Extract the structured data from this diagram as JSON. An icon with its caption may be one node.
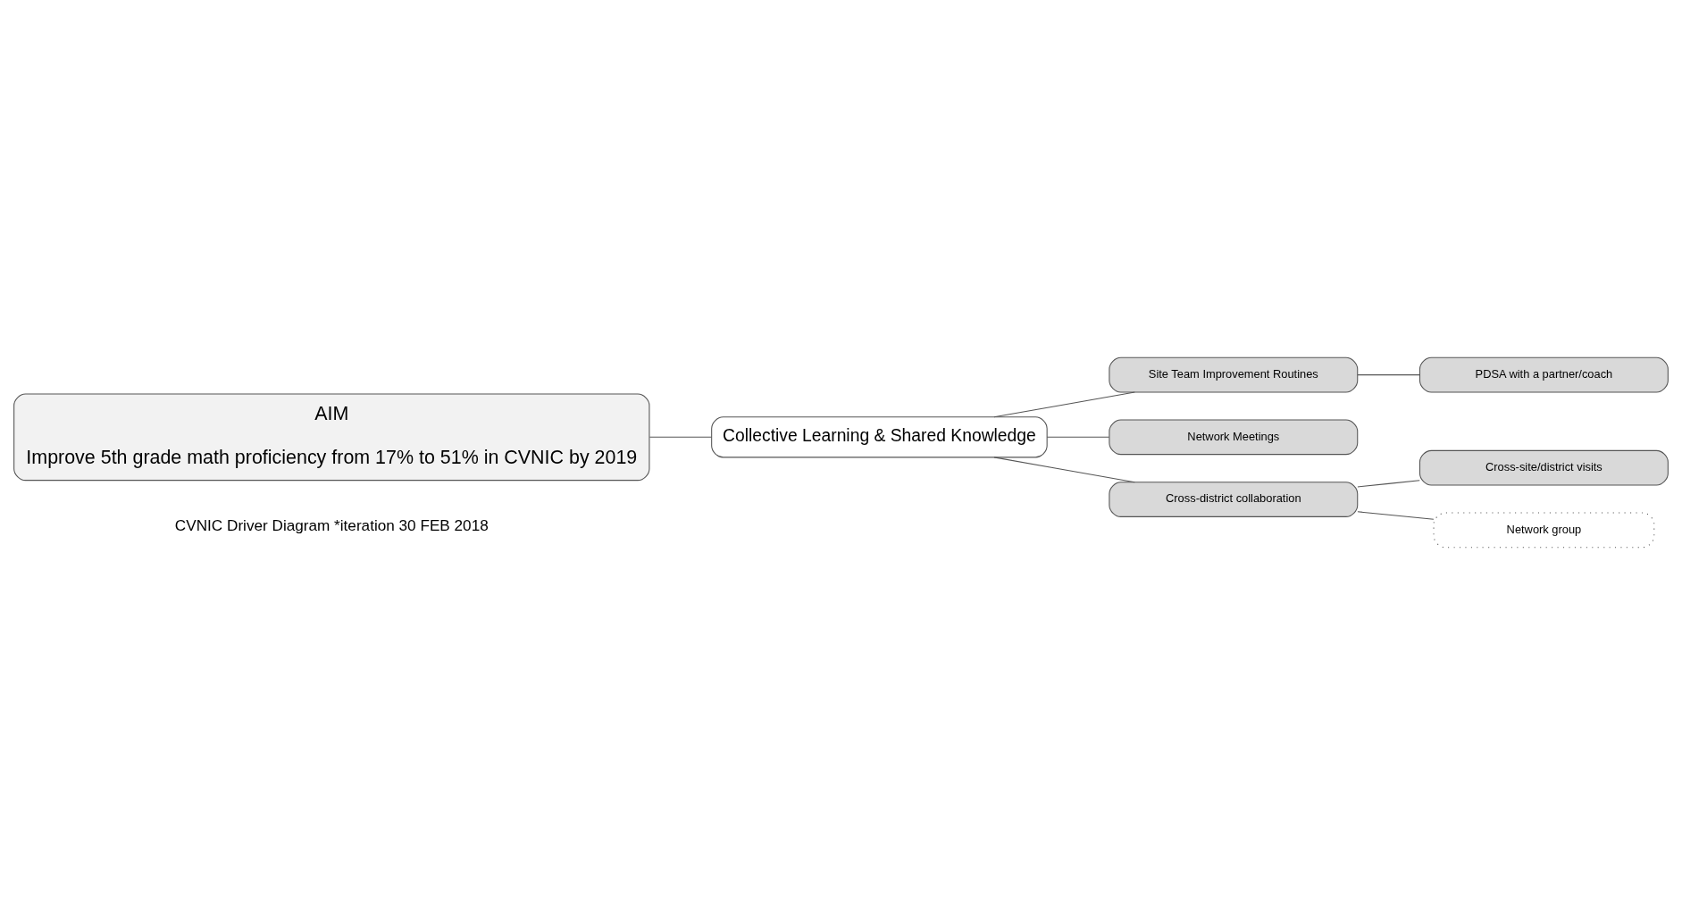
{
  "diagram": {
    "nodes": [
      {
        "text": [
          "AIM",
          "Improve 5th grade math proficiency from 17% to 51% in CVNIC by 2019"
        ]
      },
      {
        "text": [
          "Collective Learning & Shared Knowledge"
        ]
      },
      {
        "text": [
          "Site Team Improvement Routines"
        ]
      },
      {
        "text": [
          "Network Meetings"
        ]
      },
      {
        "text": [
          "Cross-district collaboration"
        ]
      },
      {
        "text": [
          "PDSA with a partner/coach"
        ]
      },
      {
        "text": [
          "Cross-site/district visits"
        ]
      },
      {
        "text": [
          "Network group"
        ]
      }
    ],
    "edges": [
      {
        "from": 0,
        "to": 1,
        "arrow": "none"
      },
      {
        "from": 1,
        "to": 2,
        "arrow": "none"
      },
      {
        "from": 1,
        "to": 3,
        "arrow": "none"
      },
      {
        "from": 1,
        "to": 4,
        "arrow": "none"
      },
      {
        "from": 2,
        "to": 5,
        "arrow": "none"
      },
      {
        "from": 4,
        "to": 6,
        "arrow": "none"
      },
      {
        "from": 4,
        "to": 7,
        "arrow": "none"
      }
    ],
    "labels": [
      "CVNIC Driver Diagram *iteration 30 FEB 2018"
    ]
  }
}
